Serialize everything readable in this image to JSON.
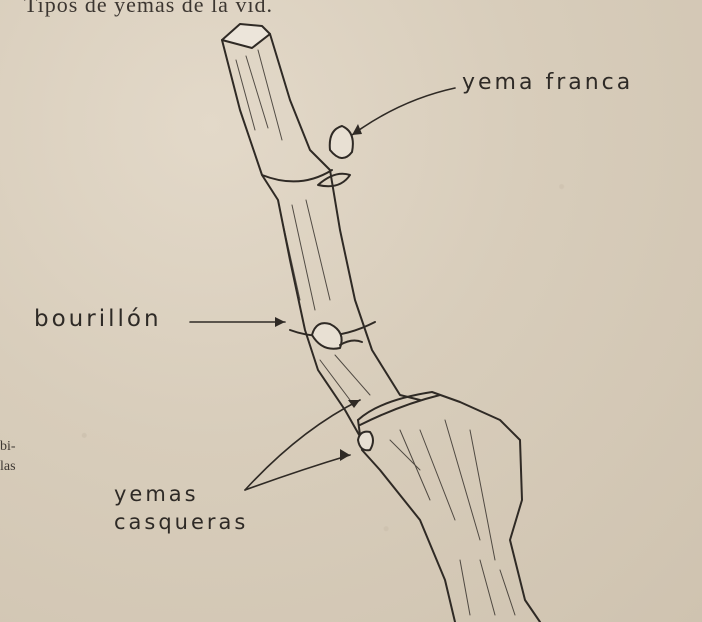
{
  "caption": "Tipos de yemas de la vid.",
  "labels": {
    "yema_franca": "yema franca",
    "bourillon": "bourillón",
    "yemas_line1": "yemas",
    "yemas_line2": "casqueras"
  },
  "margin_fragments": [
    "bi-",
    "las"
  ],
  "colors": {
    "paper": "#d9cfc0",
    "ink": "#2e2a26"
  }
}
